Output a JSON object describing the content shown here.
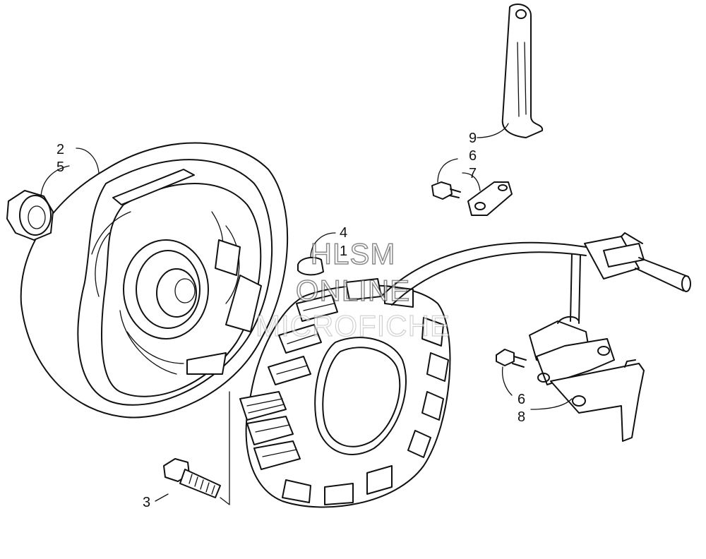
{
  "diagram": {
    "callouts": [
      {
        "id": "c2",
        "text": "2"
      },
      {
        "id": "c5",
        "text": "5"
      },
      {
        "id": "c3",
        "text": "3"
      },
      {
        "id": "c4",
        "text": "4"
      },
      {
        "id": "c1",
        "text": "1"
      },
      {
        "id": "c9",
        "text": "9"
      },
      {
        "id": "c6a",
        "text": "6"
      },
      {
        "id": "c7",
        "text": "7"
      },
      {
        "id": "c6b",
        "text": "6"
      },
      {
        "id": "c8",
        "text": "8"
      }
    ]
  },
  "watermark": {
    "line1": "HLSM",
    "line2": "ONLINE",
    "line3": "MICROFICHE"
  }
}
